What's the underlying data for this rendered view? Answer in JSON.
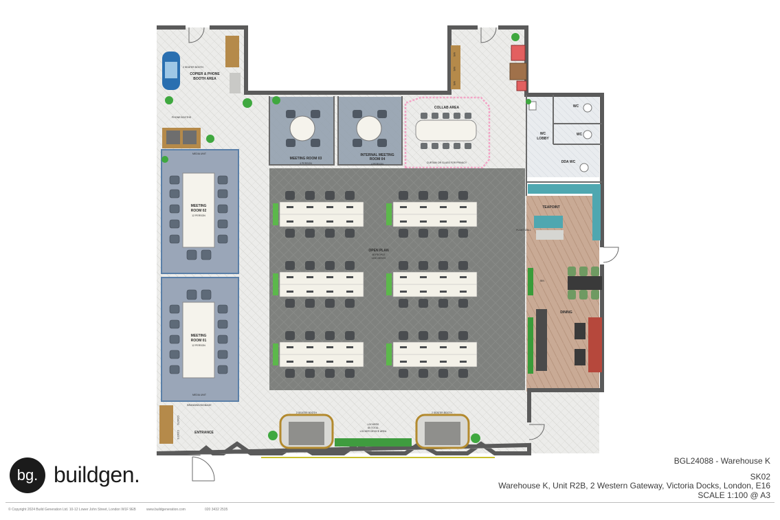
{
  "title_block": {
    "project": "BGL24088 - Warehouse K",
    "sheet": "SK02",
    "address": "Warehouse K, Unit R2B, 2 Western Gateway, Victoria Docks, London, E16",
    "scale": "SCALE 1:100 @ A3"
  },
  "brand": {
    "mark": "bg.",
    "name": "buildgen."
  },
  "footer": {
    "copyright": "© Copyright 2024 Build Generation Ltd. 10-12 Lower John Street, London W1F 9EB",
    "website": "www.buildgeneration.com",
    "phone": "020 3432 2535"
  },
  "rooms": {
    "copier": "COPIER & PHONE",
    "copier2": "BOOTH AREA",
    "booth_small": "2 SEATER BOOTH",
    "phone_booths": "PHONE BOOTHS",
    "mr03": "MEETING ROOM 03",
    "mr03_cap": "4 PERSON",
    "mr04": "INTERNAL MEETING",
    "mr04b": "ROOM 04",
    "mr04_cap": "4 PERSON",
    "collab": "COLLAB AREA",
    "collab_note": "CURTAIN OR GLASS FOR PRIVACY",
    "wc1": "WC",
    "wc2": "WC",
    "wc_lobby": "WC",
    "wc_lobby2": "LOBBY",
    "dda": "DDA WC",
    "teapoint": "TEAPOINT",
    "plant_wall": "PLANT WALL",
    "bin": "BIN",
    "dining": "DINING",
    "mr02": "MEETING",
    "mr02b": "ROOM 02",
    "mr02_cap": "12 PERSON",
    "mr01": "MEETING",
    "mr01b": "ROOM 01",
    "mr01_cap": "12 PERSON",
    "media": "MEDIA UNIT",
    "media2": "MEDIA UNIT",
    "branding": "BRANDING/SIGNAGE",
    "open_plan": "OPEN PLAN",
    "open_plan_cap": "60 PEOPLE",
    "open_plan_note": "1600 DESKS",
    "entrance": "ENTRANCE",
    "coats": "COATS",
    "coats2": "COATS",
    "booth_l": "2 SEATER BOOTH",
    "booth_r": "2 SEATER BOOTH",
    "lockers": "LOCKERS",
    "lockers2": "60 TOTAL",
    "lockers3": "LOCKER DEVICE AREA",
    "ws1": "WS",
    "ws2": "WS",
    "ws3": "WS"
  }
}
